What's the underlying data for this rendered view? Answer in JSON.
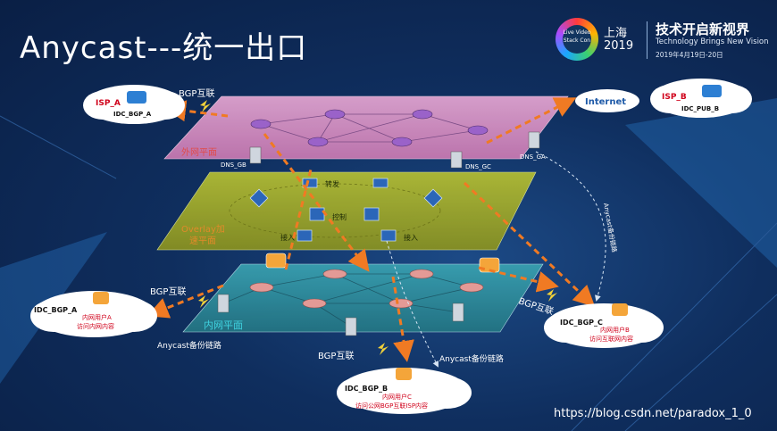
{
  "title": "Anycast---统一出口",
  "logo": {
    "badge_line1": "Live Video",
    "badge_line2": "Stack Con",
    "city": "上海",
    "year": "2019",
    "slogan": "技术开启新视界",
    "slogan_en": "Technology Brings New Vision",
    "date": "2019年4月19日-20日"
  },
  "planes": {
    "top_label": "外网平面",
    "mid_label_line1": "Overlay加",
    "mid_label_line2": "速平面",
    "mid_forward": "转发",
    "mid_control": "控制",
    "mid_access_left": "接入",
    "mid_access_right": "接入",
    "bottom_label": "内网平面"
  },
  "clouds": {
    "isp_a": {
      "name": "ISP_A",
      "idc": "IDC_BGP_A"
    },
    "internet": "Internet",
    "isp_b": {
      "name": "ISP_B",
      "idc": "IDC_PUB_B"
    },
    "idc_bgp_a": {
      "name": "IDC_BGP_A",
      "line1": "内网用户A",
      "line2": "访问内网内容"
    },
    "idc_bgp_b": {
      "name": "IDC_BGP_B",
      "line1": "内网用户C",
      "line2": "访问公网BGP互联ISP内容"
    },
    "idc_bgp_c": {
      "name": "IDC_BGP_C",
      "line1": "内网用户B",
      "line2": "访问互联网内容"
    }
  },
  "dns": {
    "gb": "DNS_GB",
    "gc": "DNS_GC",
    "ga": "DNS_GA"
  },
  "links": {
    "bgp_top": "BGP互联",
    "bgp_left": "BGP互联",
    "bgp_right": "BGP互联",
    "bgp_bottom": "BGP互联",
    "anycast_left": "Anycast备份链路",
    "anycast_bottom": "Anycast备份链路",
    "anycast_right": "Anycast备份链路"
  },
  "colors": {
    "top_plane": "#d78fc2",
    "mid_plane": "#9ea829",
    "bottom_plane": "#2f8f9f",
    "arrow": "#f07a23"
  },
  "watermark": "https://blog.csdn.net/paradox_1_0"
}
